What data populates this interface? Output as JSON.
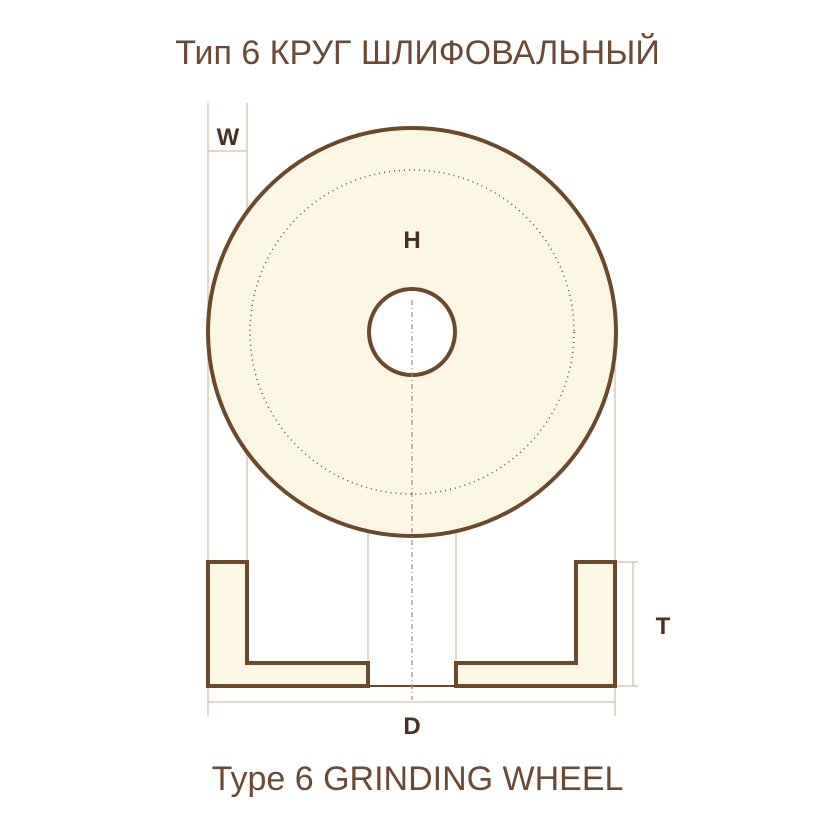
{
  "title_ru": "Тип 6  КРУГ ШЛИФОВАЛЬНЫЙ",
  "title_en": "Type 6  GRINDING WHEEL",
  "dimensions": {
    "w": "W",
    "h": "H",
    "t": "T",
    "d": "D"
  },
  "colors": {
    "outline": "#6b4a2b",
    "fill": "#fcf7e3",
    "dim_line": "#d9bfa6",
    "text": "#6b4a35"
  }
}
